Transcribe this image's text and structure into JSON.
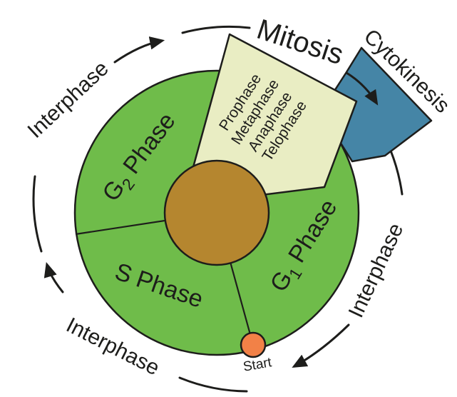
{
  "colors": {
    "background": "#ffffff",
    "green": "#6fbc4a",
    "cream": "#e9edc3",
    "blue": "#4585a6",
    "brown": "#b5862f",
    "orange": "#f28147",
    "outline": "#1d1d1b",
    "text": "#1d1d1b"
  },
  "labels": {
    "mitosis": "Mitosis",
    "cytokinesis": "Cytokinesis",
    "interphase_top_left": "Interphase",
    "interphase_bottom_left": "Interphase",
    "interphase_right": "Interphase",
    "start": "Start"
  },
  "segments": {
    "g2": {
      "letter": "G",
      "subscript": "2",
      "word": "Phase"
    },
    "s": {
      "letter": "S",
      "word": "Phase"
    },
    "g1": {
      "letter": "G",
      "subscript": "1",
      "word": "Phase"
    },
    "mitosis_wedge": {
      "phases": [
        "Prophase",
        "Metaphase",
        "Anaphase",
        "Telophase"
      ]
    }
  }
}
